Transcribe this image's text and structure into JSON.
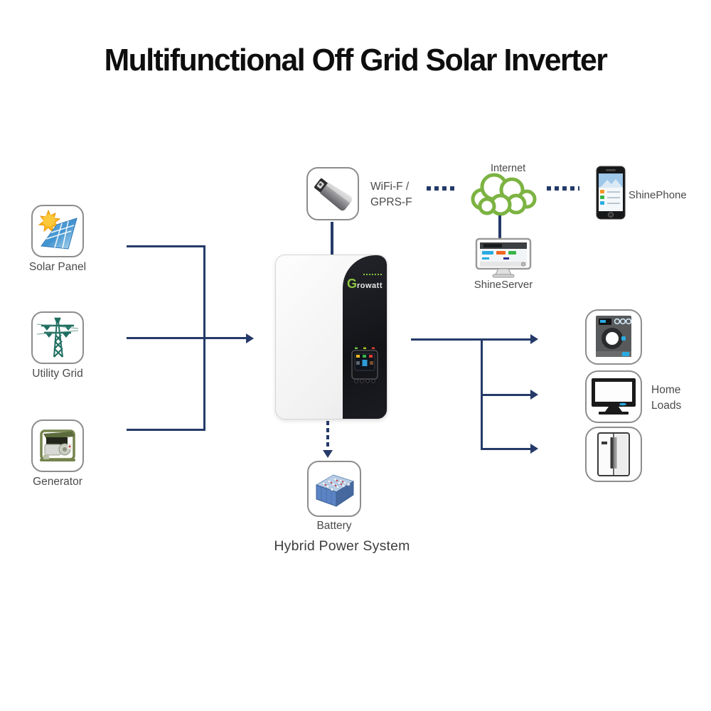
{
  "title": "Multifunctional Off Grid Solar Inverter",
  "caption": "Hybrid Power System",
  "colors": {
    "line_navy": "#253a69",
    "cloud_green": "#7cb342",
    "growatt_green": "#8dc63f",
    "label_gray": "#4a4a4a",
    "accent_blue": "#29abe2"
  },
  "nodes": {
    "wifi": {
      "line1": "WiFi-F /",
      "line2": "GPRS-F"
    },
    "internet": {
      "label": "Internet"
    },
    "shinephone": {
      "label": "ShinePhone"
    },
    "shineserver": {
      "label": "ShineServer"
    },
    "solar": {
      "label": "Solar Panel"
    },
    "utility": {
      "label": "Utility Grid"
    },
    "generator": {
      "label": "Generator"
    },
    "battery": {
      "label": "Battery"
    },
    "home_loads": {
      "line1": "Home",
      "line2": "Loads"
    }
  },
  "inverter": {
    "brand_initial": "G",
    "brand_rest": "rowatt"
  }
}
